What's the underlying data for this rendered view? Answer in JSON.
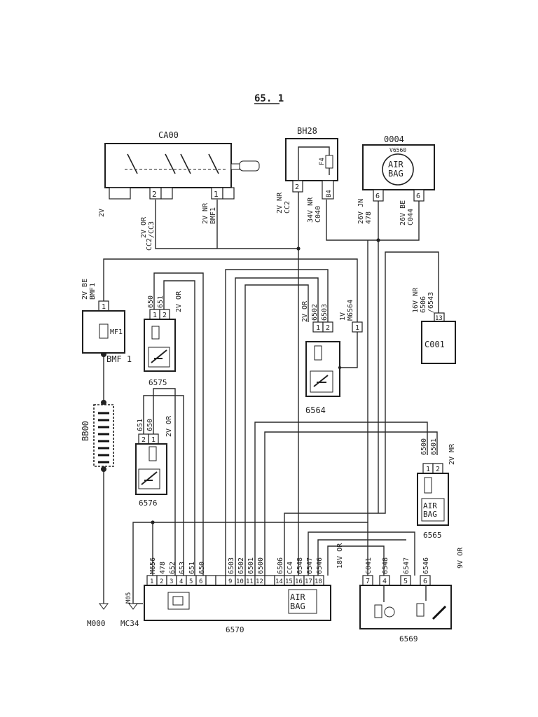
{
  "page_title": "65. 1",
  "components": {
    "ignition_switch": {
      "name": "CA00",
      "pins": {
        "p2": "2",
        "p1": "1"
      },
      "wires": {
        "left": "2V",
        "mid": "2V OR\n/CC3",
        "right": "2V NR\nBMF1"
      }
    },
    "fuse_box": {
      "name": "BH28",
      "fuse": "F4",
      "pins": {
        "p2": "2",
        "b4": "B4"
      },
      "wires": {
        "left": "2V NR\nCC2",
        "right": "34V NR\nC040"
      }
    },
    "airbag_lamp": {
      "name": "0004",
      "ref": "V6560",
      "text": "AIR\nBAG",
      "pins": {
        "p6a": "6",
        "p6b": "6"
      },
      "wires": {
        "left": "26V JN\n478",
        "right": "26V BE\nC044"
      }
    },
    "fuse_mf": {
      "name": "BMF 1",
      "fuse": "MF1",
      "pin": "1",
      "wire": "2V BE\nBMF1"
    },
    "battery": {
      "name": "BB00"
    },
    "ground_m000": "M000",
    "ground_mc34": "MC34",
    "ground_wire": "M05",
    "cc2_label": "CC2",
    "pretensioner_6575": {
      "name": "6575",
      "pins": [
        "1",
        "2"
      ],
      "wires": [
        "650",
        "651"
      ],
      "cable": "2V OR"
    },
    "pretensioner_6576": {
      "name": "6576",
      "pins": [
        "2",
        "1"
      ],
      "wires": [
        "651",
        "650"
      ],
      "cable": "2V OR"
    },
    "pretensioner_6564": {
      "name": "6564",
      "pins": [
        "1",
        "2"
      ],
      "wires": [
        "6502",
        "6503"
      ],
      "cable": "2V OR",
      "extra_pin": "1",
      "extra_wire": "1V\nM6564"
    },
    "connector_c001": {
      "name": "C001",
      "pin": "13",
      "wire": "16V NR\n6506\n/6543"
    },
    "airbag_6565": {
      "name": "6565",
      "text": "AIR\nBAG",
      "pins": [
        "1",
        "2"
      ],
      "wires": [
        "6500",
        "6501"
      ],
      "cable": "2V MR"
    },
    "ecu_6570": {
      "name": "6570",
      "text": "AIR\nBAG",
      "pins": [
        "1",
        "2",
        "3",
        "4",
        "5",
        "6",
        "",
        "",
        "9",
        "10",
        "11",
        "12",
        "",
        "14",
        "15",
        "16",
        "17",
        "18"
      ],
      "wires": [
        "M656",
        "478",
        "652",
        "653",
        "651",
        "650",
        "",
        "",
        "6503",
        "6502",
        "6501",
        "6500",
        "",
        "6506",
        "CC4",
        "6548",
        "6547",
        "6546"
      ],
      "cable": "18V OR"
    },
    "module_6569": {
      "name": "6569",
      "pins": [
        "7",
        "4",
        "5",
        "6"
      ],
      "wires": [
        "C041",
        "6548",
        "6547",
        "6546"
      ],
      "cable": "9V OR"
    }
  }
}
